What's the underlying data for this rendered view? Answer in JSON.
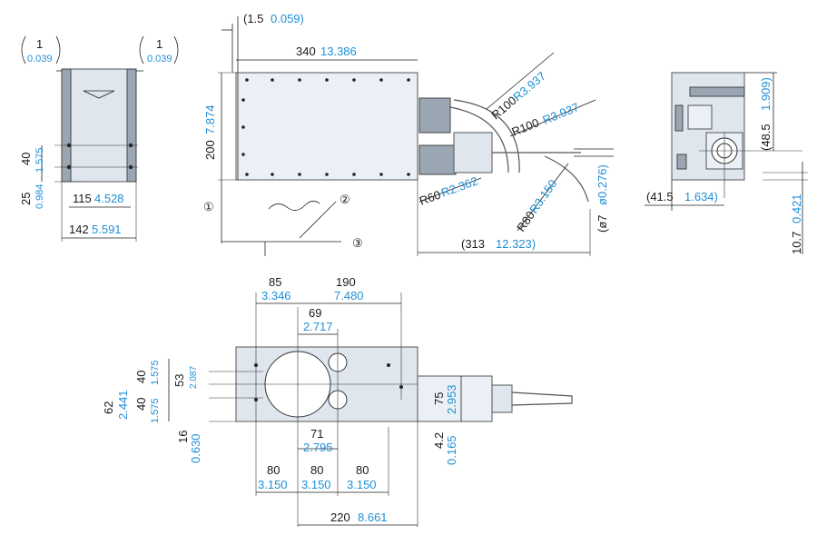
{
  "colors": {
    "metric": "#1a1a1a",
    "imperial": "#1f8fd6",
    "body": "#dfe6ee"
  },
  "left_view": {
    "top_left": {
      "mm": "1",
      "in": "0.039"
    },
    "top_right": {
      "mm": "1",
      "in": "0.039"
    },
    "v40": {
      "mm": "40",
      "in": "1.575"
    },
    "v25": {
      "mm": "25",
      "in": "0.984"
    },
    "w115": {
      "mm": "115",
      "in": "4.528"
    },
    "w142": {
      "mm": "142",
      "in": "5.591"
    }
  },
  "side_view": {
    "offset": {
      "mm": "(1.5",
      "in": "0.059)"
    },
    "length": {
      "mm": "340",
      "in": "13.386"
    },
    "height": {
      "mm": "200",
      "in": "7.874"
    },
    "r100a": {
      "mm": "R100",
      "in": "R3.937"
    },
    "r100b": {
      "mm": "R100",
      "in": "R3.937"
    },
    "r60": {
      "mm": "R60",
      "in": "R2.362"
    },
    "r80": {
      "mm": "R80",
      "in": "R3.150"
    },
    "dia7": {
      "mm": "(ø7",
      "in": "ø0.276)"
    },
    "reach": {
      "mm": "(313",
      "in": "12.323)"
    },
    "callouts": [
      "①",
      "②",
      "③"
    ]
  },
  "end_view": {
    "h48": {
      "mm": "(48.5",
      "in": "1.909)"
    },
    "w41": {
      "mm": "(41.5",
      "in": "1.634)"
    },
    "h10": {
      "mm": "10.7",
      "in": "0.421"
    }
  },
  "bottom_view": {
    "d85": {
      "mm": "85",
      "in": "3.346"
    },
    "d190": {
      "mm": "190",
      "in": "7.480"
    },
    "d69": {
      "mm": "69",
      "in": "2.717"
    },
    "d40a": {
      "mm": "40",
      "in": "1.575"
    },
    "d53": {
      "mm": "53",
      "in": "2.087"
    },
    "d40b": {
      "mm": "40",
      "in": "1.575"
    },
    "d62": {
      "mm": "62",
      "in": "2.441"
    },
    "d16": {
      "mm": "16",
      "in": "0.630"
    },
    "d71": {
      "mm": "71",
      "in": "2.795"
    },
    "d75": {
      "mm": "75",
      "in": "2.953"
    },
    "d4": {
      "mm": "4.2",
      "in": "0.165"
    },
    "d80a": {
      "mm": "80",
      "in": "3.150"
    },
    "d80b": {
      "mm": "80",
      "in": "3.150"
    },
    "d80c": {
      "mm": "80",
      "in": "3.150"
    },
    "d220": {
      "mm": "220",
      "in": "8.661"
    }
  }
}
